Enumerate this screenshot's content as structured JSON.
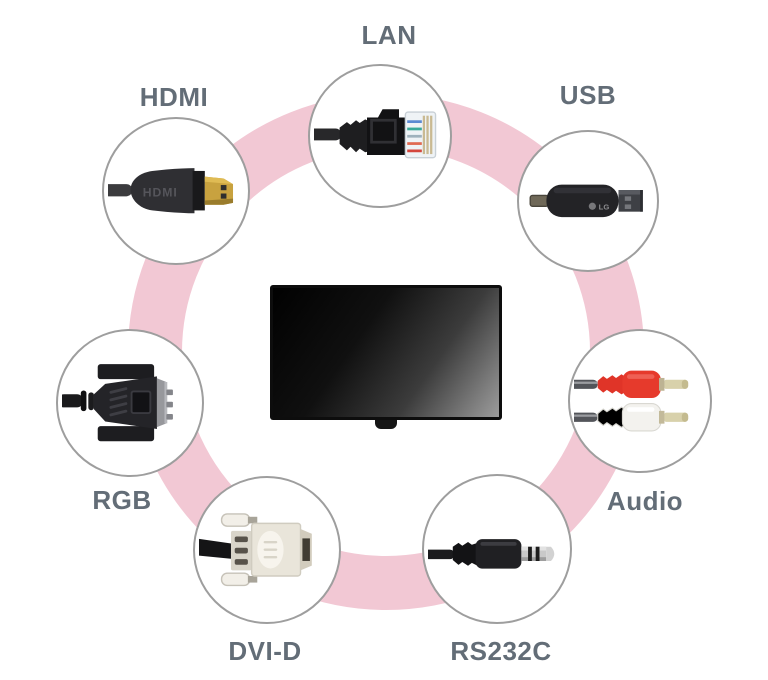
{
  "diagram": {
    "type": "display-connectivity-ring",
    "device": "flat-screen-display",
    "colors": {
      "background": "#ffffff",
      "ring": "#f2c8d4",
      "circle_border": "#9e9e9e",
      "label_text": "#636d77"
    },
    "connectors": [
      {
        "id": "lan",
        "label": "LAN",
        "icon": "lan-ethernet-cable-icon"
      },
      {
        "id": "hdmi",
        "label": "HDMI",
        "icon": "hdmi-cable-icon"
      },
      {
        "id": "usb",
        "label": "USB",
        "icon": "usb-dongle-icon"
      },
      {
        "id": "audio",
        "label": "Audio",
        "icon": "audio-rca-cables-icon"
      },
      {
        "id": "rgb",
        "label": "RGB",
        "icon": "vga-connector-icon"
      },
      {
        "id": "dvid",
        "label": "DVI-D",
        "icon": "dvi-connector-icon"
      },
      {
        "id": "rs232c",
        "label": "RS232C",
        "icon": "rs232c-jack-icon"
      }
    ],
    "hdmi_plug_text": "HDMI",
    "usb_logo_text": "LG"
  }
}
